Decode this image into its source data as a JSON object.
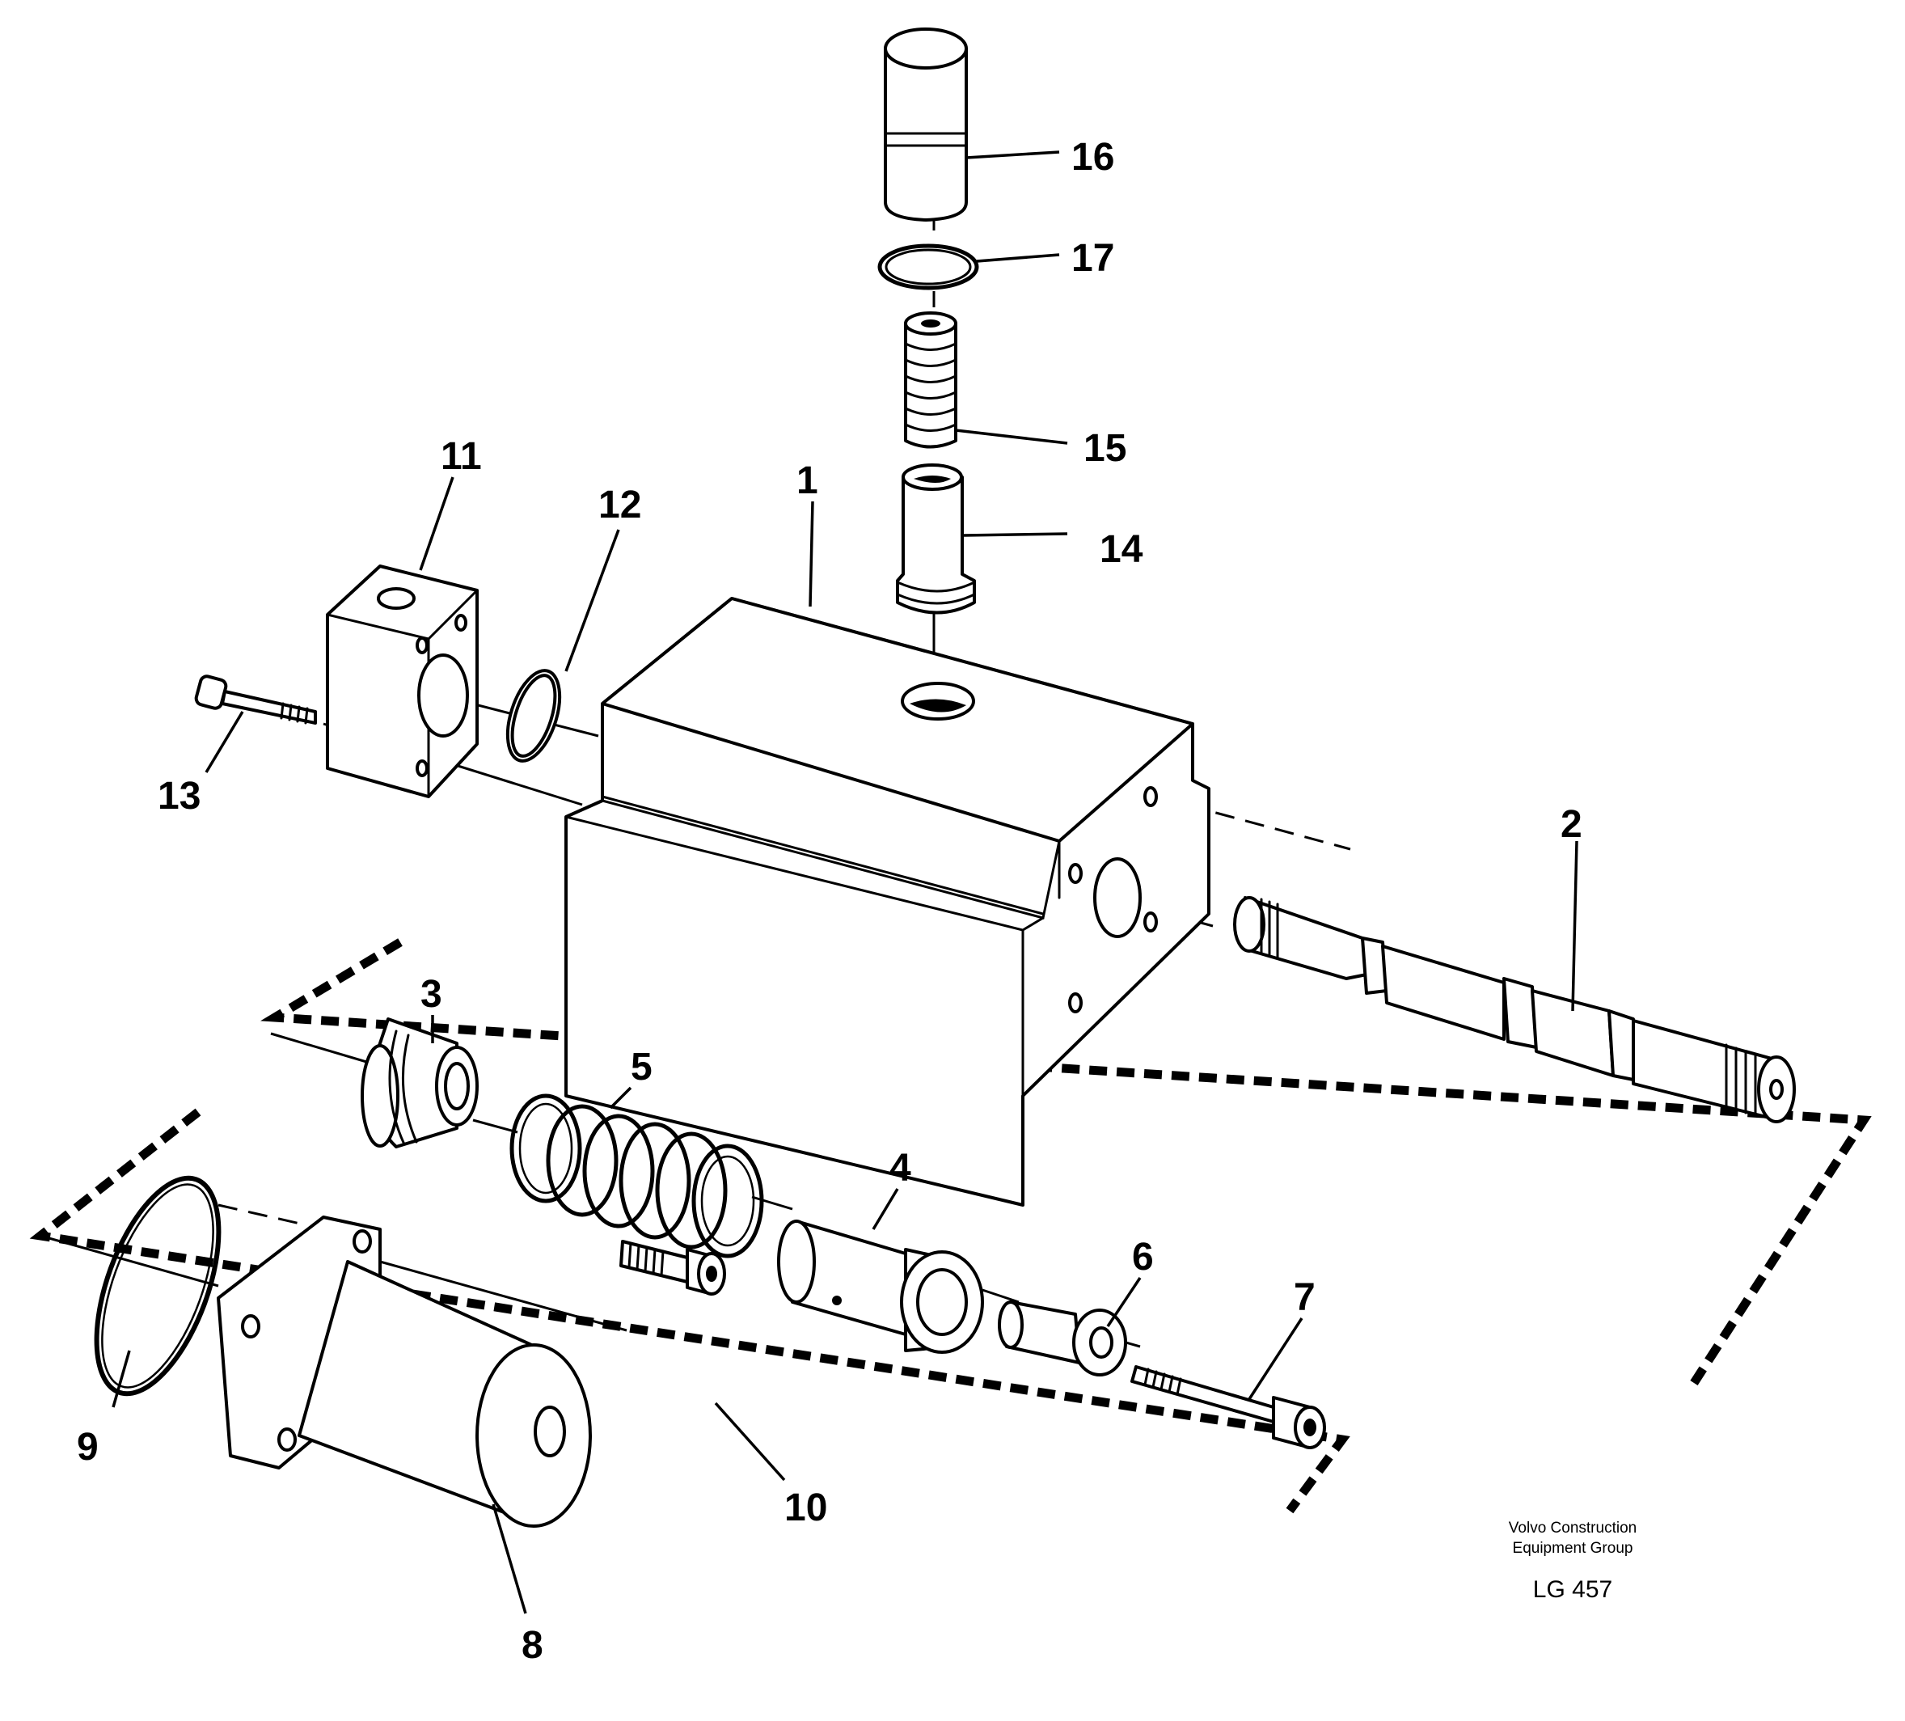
{
  "callouts": {
    "1": "1",
    "2": "2",
    "3": "3",
    "4": "4",
    "5": "5",
    "6": "6",
    "7": "7",
    "8": "8",
    "9": "9",
    "10": "10",
    "11": "11",
    "12": "12",
    "13": "13",
    "14": "14",
    "15": "15",
    "16": "16",
    "17": "17"
  },
  "credit": {
    "line1": "Volvo Construction",
    "line2": "Equipment Group",
    "code": "LG 457"
  }
}
